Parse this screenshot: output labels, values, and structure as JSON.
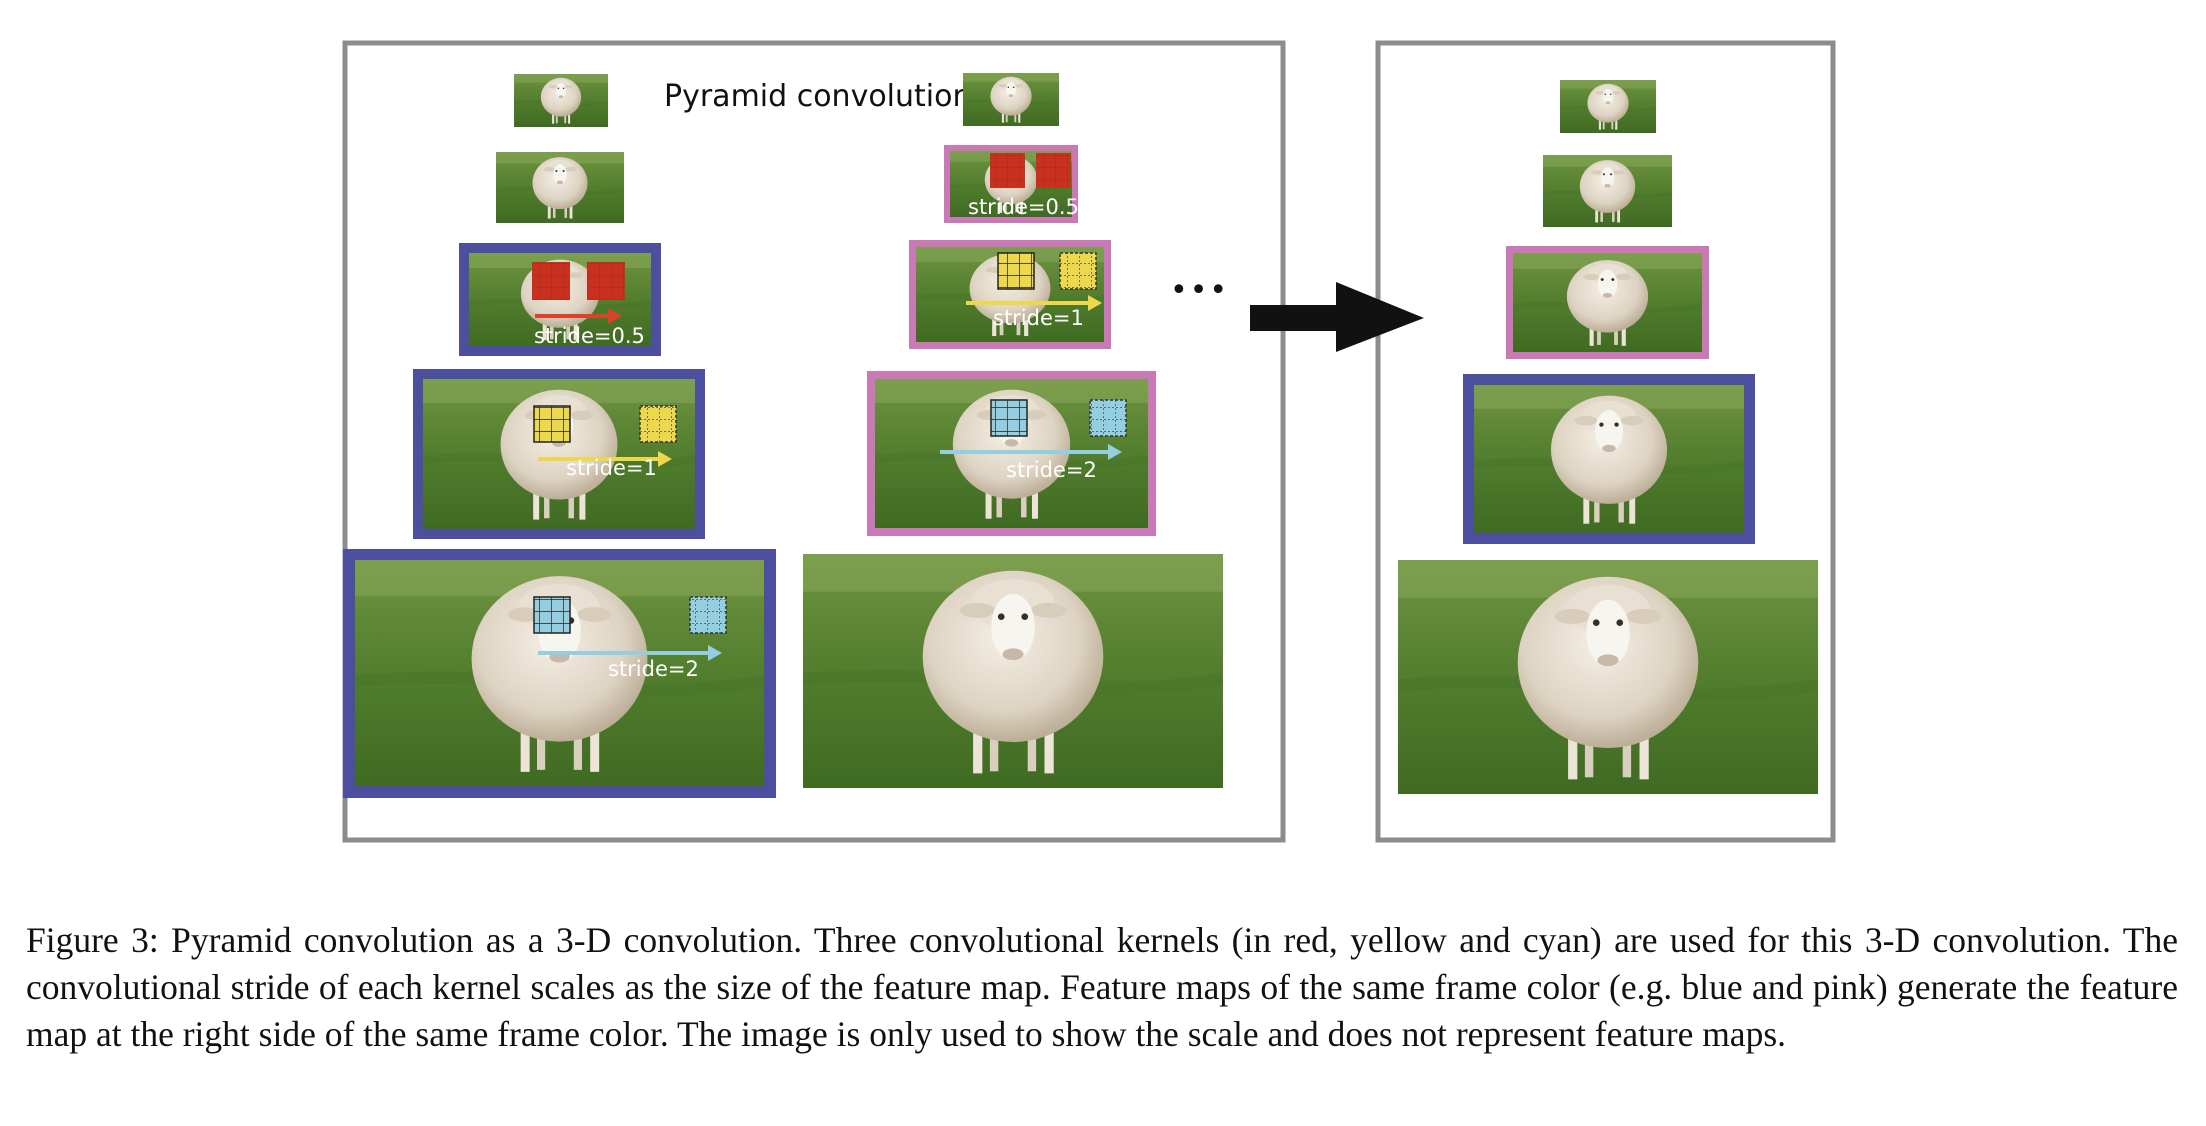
{
  "figure": {
    "title": "Pyramid convolution",
    "ellipsis": "•••",
    "stride_labels": {
      "left_red": "stride=0.5",
      "left_yellow": "stride=1",
      "left_cyan": "stride=2",
      "mid_red": "stride=0.5",
      "mid_yellow": "stride=1",
      "mid_cyan": "stride=2"
    },
    "kernel_colors": {
      "red": "#c8311f",
      "yellow": "#ecd84a",
      "cyan": "#93cfe0"
    },
    "frame_colors": {
      "blue": "#4b4f9e",
      "pink": "#c97ab6",
      "panel": "#8c8c8c"
    }
  },
  "caption": {
    "label": "Figure 3:",
    "text": "Pyramid convolution as a 3-D convolution. Three convolutional kernels (in red, yellow and cyan) are used for this 3-D convolution. The convolutional stride of each kernel scales as the size of the feature map. Feature maps of the same frame color (e.g. blue and pink) generate the feature map at the right side of the same frame color. The image is only used to show the scale and does not represent feature maps."
  }
}
